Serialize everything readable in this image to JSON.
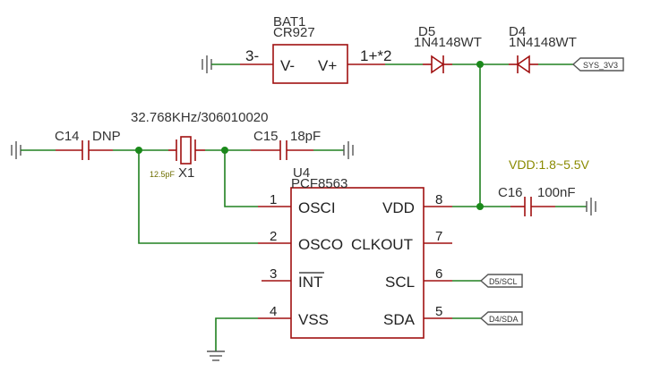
{
  "battery": {
    "ref": "BAT1",
    "value": "CR927",
    "neg_label": "V-",
    "pos_label": "V+",
    "pin_neg": "3-",
    "pin_pos": "1+*2"
  },
  "diodes": [
    {
      "ref": "D5",
      "value": "1N4148WT"
    },
    {
      "ref": "D4",
      "value": "1N4148WT"
    }
  ],
  "net_flags": {
    "sys": "SYS_3V3",
    "scl": "D5/SCL",
    "sda": "D4/SDA"
  },
  "crystal": {
    "ref": "X1",
    "freq": "32.768KHz/306010020",
    "load_cap": "12.5pF"
  },
  "caps": {
    "c14": {
      "ref": "C14",
      "value": "DNP"
    },
    "c15": {
      "ref": "C15",
      "value": "18pF"
    },
    "c16": {
      "ref": "C16",
      "value": "100nF"
    }
  },
  "vdd_note": "VDD:1.8~5.5V",
  "ic": {
    "ref": "U4",
    "part": "PCF8563",
    "pins_left": [
      {
        "num": "1",
        "name": "OSCI"
      },
      {
        "num": "2",
        "name": "OSCO"
      },
      {
        "num": "3",
        "name": "INT"
      },
      {
        "num": "4",
        "name": "VSS"
      }
    ],
    "pins_right": [
      {
        "num": "8",
        "name": "VDD"
      },
      {
        "num": "7",
        "name": "CLKOUT"
      },
      {
        "num": "6",
        "name": "SCL"
      },
      {
        "num": "5",
        "name": "SDA"
      }
    ]
  }
}
